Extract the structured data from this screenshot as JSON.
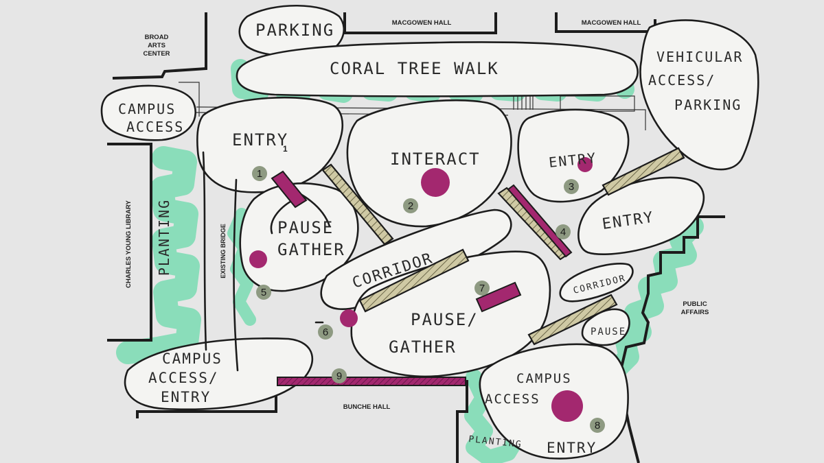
{
  "buildings": {
    "broad_arts": [
      "BROAD",
      "ARTS",
      "CENTER"
    ],
    "macgowen_left": "MACGOWEN HALL",
    "macgowen_right": "MACGOWEN HALL",
    "charles_young": "CHARLES YOUNG LIBRARY",
    "public_affairs": [
      "PUBLIC",
      "AFFAIRS"
    ],
    "bunche": "BUNCHE HALL"
  },
  "zones": {
    "parking_top": "PARKING",
    "coral_tree_walk": "CORAL TREE WALK",
    "vehicular": [
      "VEHICULAR",
      "ACCESS/",
      "PARKING"
    ],
    "campus_access_left": [
      "CAMPUS",
      "ACCESS"
    ],
    "entry_left": "ENTRY",
    "interact": "INTERACT",
    "entry_right": "ENTRY",
    "entry_mid_right": "ENTRY",
    "pause_gather_left": [
      "PAUSE",
      "GATHER"
    ],
    "corridor_center": "CORRIDOR",
    "corridor_right": "CORRIDOR",
    "pause_gather_center": [
      "PAUSE/",
      "GATHER"
    ],
    "pause_small": "PAUSE",
    "campus_access_bottom_left": [
      "CAMPUS",
      "ACCESS/",
      "ENTRY"
    ],
    "campus_access_bottom_right": [
      "CAMPUS",
      "ACCESS",
      "ENTRY"
    ],
    "planting_left": "PLANTING",
    "planting_bottom": "PLANTING",
    "existing_bridge": "EXISTING BRIDGE"
  },
  "annotation_small": "1",
  "markers": [
    "1",
    "2",
    "3",
    "4",
    "5",
    "6",
    "7",
    "8",
    "9"
  ],
  "colors": {
    "background": "#e6e6e6",
    "planting_green": "#7fdcb5",
    "accent_plum": "#a3286f",
    "marker_fill": "#8e9a82",
    "hatch_tan": "#cfc9a4"
  }
}
